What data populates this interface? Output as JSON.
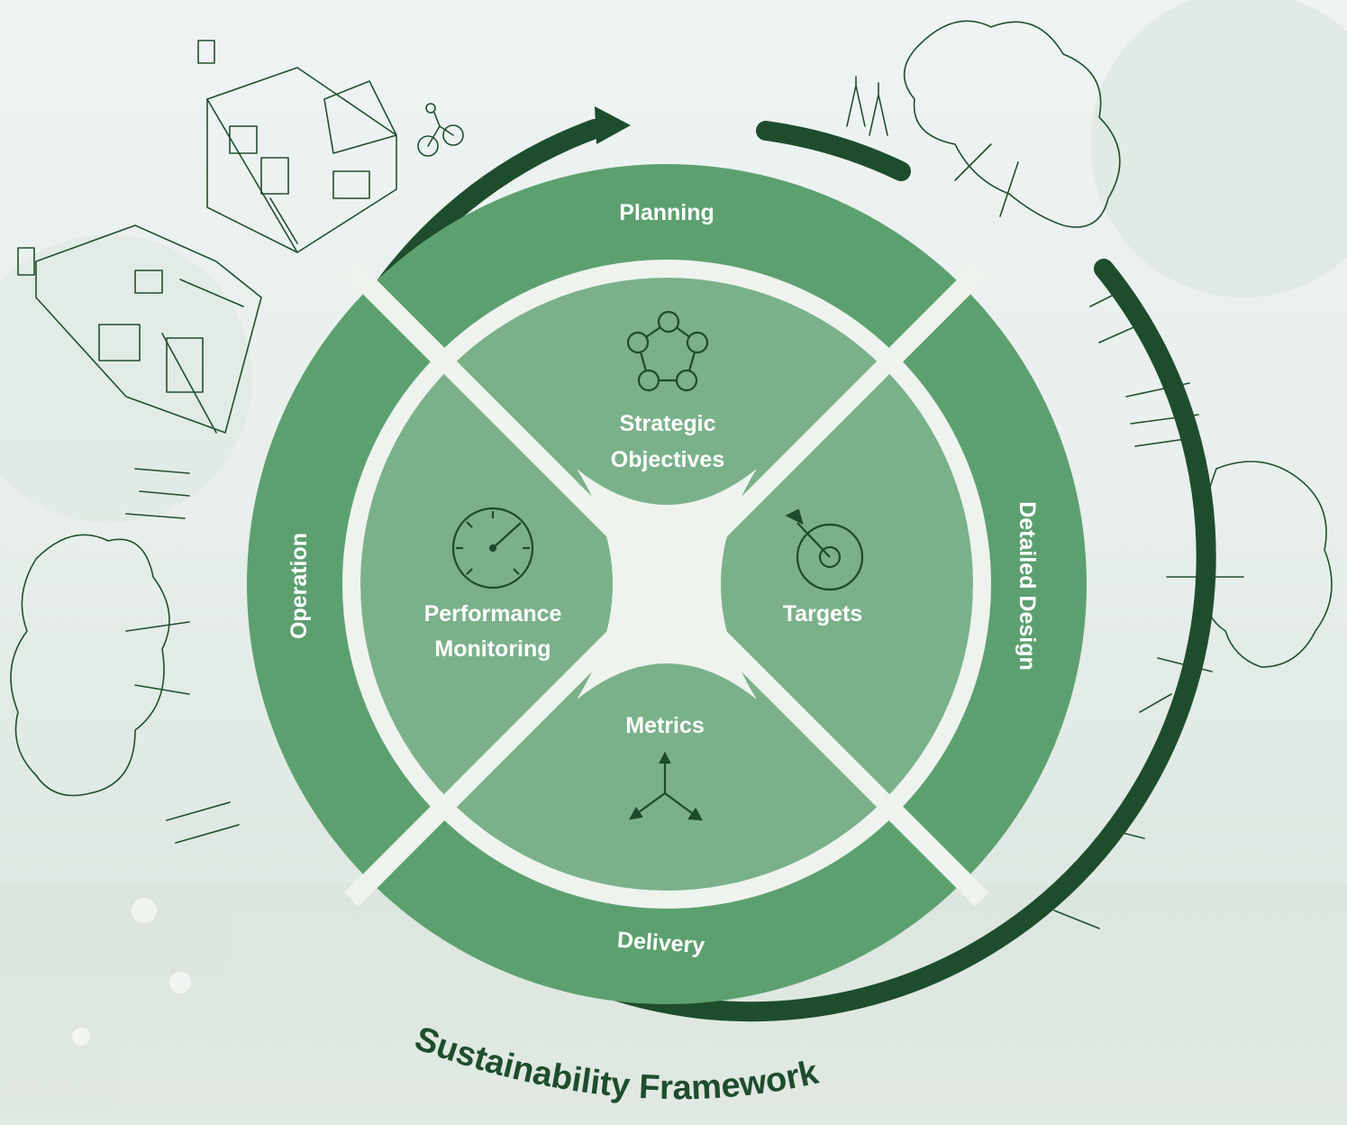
{
  "diagram": {
    "title": "Sustainability Framework",
    "outer_stages": {
      "top": "Planning",
      "right": "Detailed Design",
      "bottom": "Delivery",
      "left": "Operation"
    },
    "inner_elements": {
      "top": "Strategic Objectives",
      "right": "Targets",
      "bottom": "Metrics",
      "left": "Performance Monitoring"
    },
    "icons": {
      "top": "network-pentagon-icon",
      "right": "target-icon",
      "bottom": "axes-icon",
      "left": "gauge-icon"
    },
    "colors": {
      "outer_segment": "#5da070",
      "inner_segment": "#7ab18a",
      "cycle_arrow": "#1e4d2d",
      "background": "#eef3f3"
    }
  }
}
